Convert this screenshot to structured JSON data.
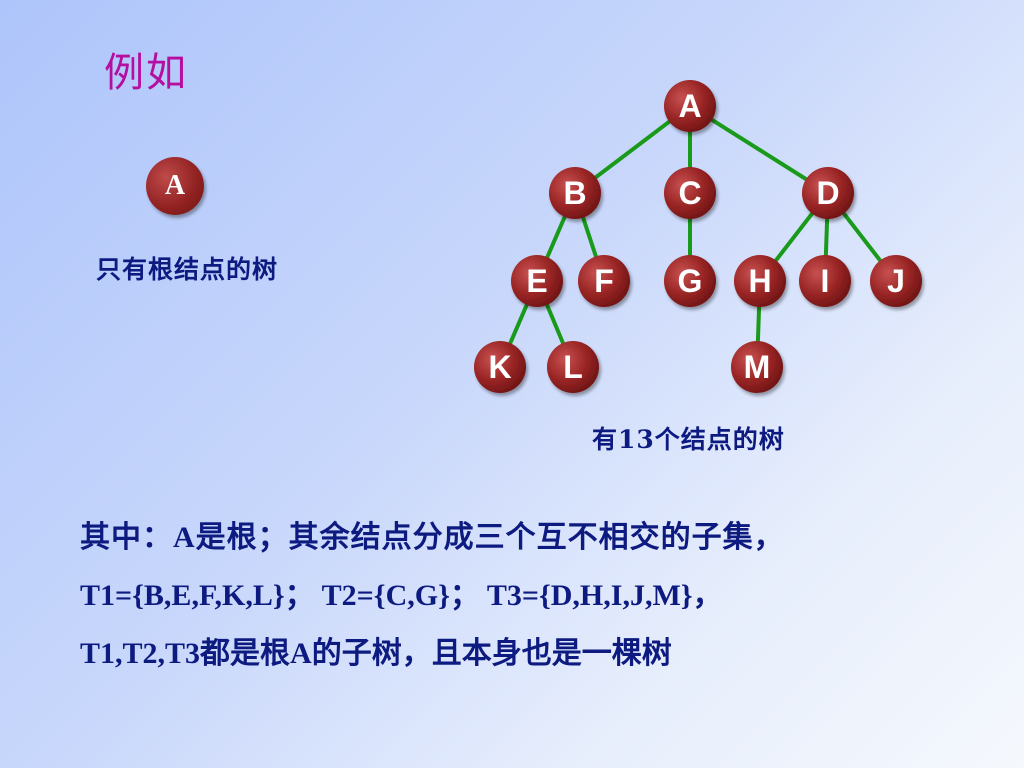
{
  "title": "例如",
  "single_node": {
    "label": "A",
    "caption": "只有根结点的树"
  },
  "tree": {
    "caption": "有13个结点的树",
    "nodes": [
      {
        "id": "A",
        "label": "A"
      },
      {
        "id": "B",
        "label": "B"
      },
      {
        "id": "C",
        "label": "C"
      },
      {
        "id": "D",
        "label": "D"
      },
      {
        "id": "E",
        "label": "E"
      },
      {
        "id": "F",
        "label": "F"
      },
      {
        "id": "G",
        "label": "G"
      },
      {
        "id": "H",
        "label": "H"
      },
      {
        "id": "I",
        "label": "I"
      },
      {
        "id": "J",
        "label": "J"
      },
      {
        "id": "K",
        "label": "K"
      },
      {
        "id": "L",
        "label": "L"
      },
      {
        "id": "M",
        "label": "M"
      }
    ],
    "edges": [
      [
        "A",
        "B"
      ],
      [
        "A",
        "C"
      ],
      [
        "A",
        "D"
      ],
      [
        "B",
        "E"
      ],
      [
        "B",
        "F"
      ],
      [
        "C",
        "G"
      ],
      [
        "D",
        "H"
      ],
      [
        "D",
        "I"
      ],
      [
        "D",
        "J"
      ],
      [
        "E",
        "K"
      ],
      [
        "E",
        "L"
      ],
      [
        "H",
        "M"
      ]
    ],
    "node_color": "#9a2a2a",
    "edge_color": "#1a9a1a"
  },
  "description": {
    "line1": "其中：A是根；其余结点分成三个互不相交的子集，",
    "line2": "T1={B,E,F,K,L}；  T2={C,G}；  T3={D,H,I,J,M}，",
    "line3": "T1,T2,T3都是根A的子树，且本身也是一棵树"
  }
}
